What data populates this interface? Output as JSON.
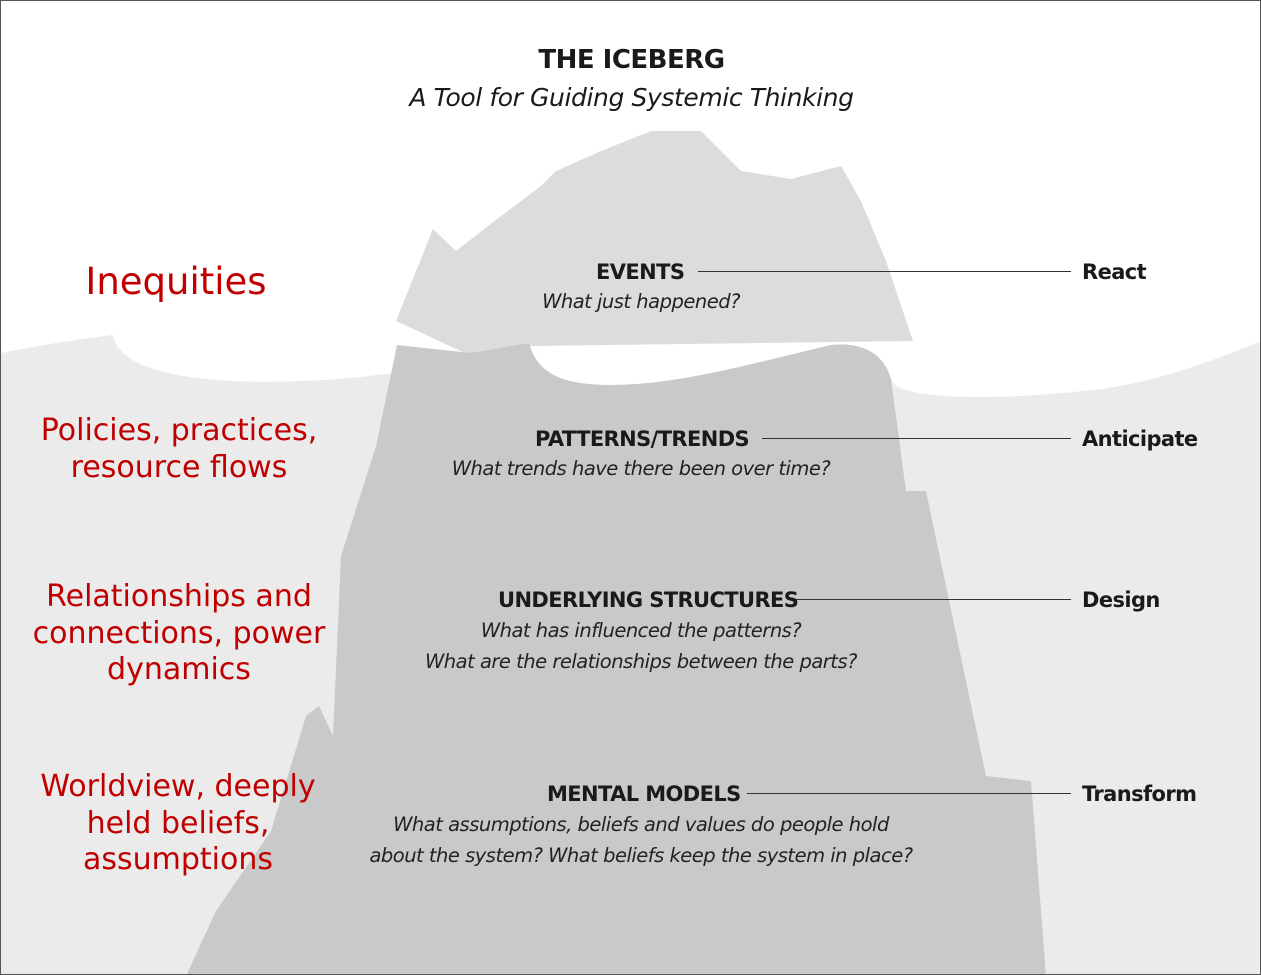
{
  "header": {
    "title": "THE ICEBERG",
    "subtitle": "A Tool for Guiding Systemic Thinking"
  },
  "levels": [
    {
      "label": "EVENTS",
      "questions": [
        "What just happened?"
      ],
      "action": "React",
      "annotation": "Inequities"
    },
    {
      "label": "PATTERNS/TRENDS",
      "questions": [
        "What trends have there been over time?"
      ],
      "action": "Anticipate",
      "annotation": "Policies, practices, resource flows"
    },
    {
      "label": "UNDERLYING STRUCTURES",
      "questions": [
        "What has influenced the patterns?",
        "What are the relationships between the parts?"
      ],
      "action": "Design",
      "annotation": "Relationships and connections, power dynamics"
    },
    {
      "label": "MENTAL MODELS",
      "questions": [
        "What assumptions, beliefs and values do people hold",
        "about the system? What beliefs keep the system in place?"
      ],
      "action": "Transform",
      "annotation": "Worldview, deeply held beliefs, assumptions"
    }
  ],
  "colors": {
    "annotation": "#c00000",
    "text": "#1a1a1a",
    "water": "#ebebeb",
    "iceberg_above": "#d9d9d9",
    "iceberg_below": "#c8c8c8"
  }
}
